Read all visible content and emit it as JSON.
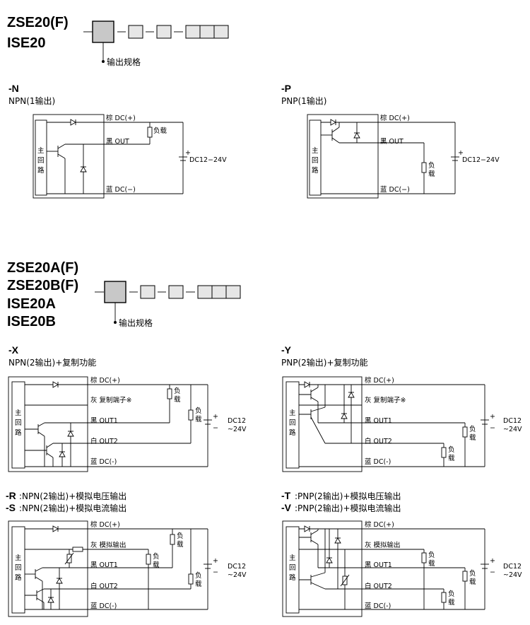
{
  "header1": {
    "model_line1": "ZSE20(F)",
    "model_line2": "ISE20",
    "spec_label": "输出规格"
  },
  "header2": {
    "model_line1": "ZSE20A(F)",
    "model_line2": "ZSE20B(F)",
    "model_line3": "ISE20A",
    "model_line4": "ISE20B",
    "spec_label": "输出规格"
  },
  "circuits": {
    "n": {
      "code": "-N",
      "title": "NPN(1输出)"
    },
    "p": {
      "code": "-P",
      "title": "PNP(1输出)"
    },
    "x": {
      "code": "-X",
      "title": "NPN(2输出)+复制功能"
    },
    "y": {
      "code": "-Y",
      "title": "PNP(2输出)+复制功能"
    },
    "r": {
      "code": "-R",
      "title": ":NPN(2输出)+模拟电压输出"
    },
    "s": {
      "code": "-S",
      "title": ":NPN(2输出)+模拟电流输出"
    },
    "t": {
      "code": "-T",
      "title": ":PNP(2输出)+模拟电压输出"
    },
    "v": {
      "code": "-V",
      "title": ":PNP(2输出)+模拟电流输出"
    }
  },
  "labels": {
    "main_circuit_1": "主",
    "main_circuit_2": "回",
    "main_circuit_3": "路",
    "brown_dc": "棕 DC(+)",
    "black_out": "黑 OUT",
    "blue_dc": "蓝 DC(−)",
    "blue_dc2": "蓝 DC(-)",
    "gray_copy": "灰 复制端子※",
    "black_out1": "黑 OUT1",
    "white_out2": "白 OUT2",
    "gray_analog": "灰 模拟输出",
    "load_1": "负",
    "load_2": "载",
    "load_h": "负载",
    "supply": "DC12−24V",
    "supply_a": "DC12",
    "supply_b": "~24V",
    "plus": "+",
    "minus": "−"
  }
}
